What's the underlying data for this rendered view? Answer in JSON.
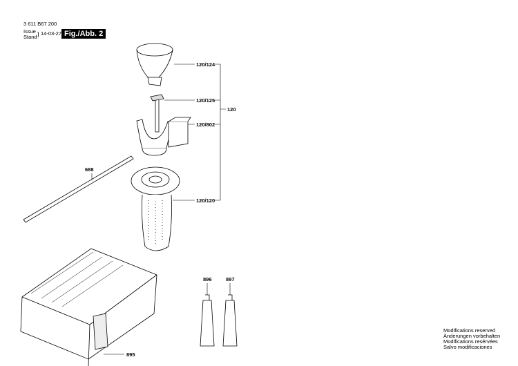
{
  "header": {
    "doc_number": "3 611 B67 200",
    "issue_label": "Issue",
    "stand_label": "Stand",
    "date": "14-03-27",
    "figure": "Fig./Abb. 2"
  },
  "parts": {
    "p120_124": "120/124",
    "p120_125": "120/125",
    "p120_802": "120/802",
    "p120_120": "120/120",
    "p120": "120",
    "p688": "688",
    "p896": "896",
    "p897": "897",
    "p895": "895"
  },
  "footer": {
    "lines": [
      "Modifications reserved",
      "Änderungen vorbehalten",
      "Modifications resérvées",
      "Salvo modificaciones"
    ]
  }
}
